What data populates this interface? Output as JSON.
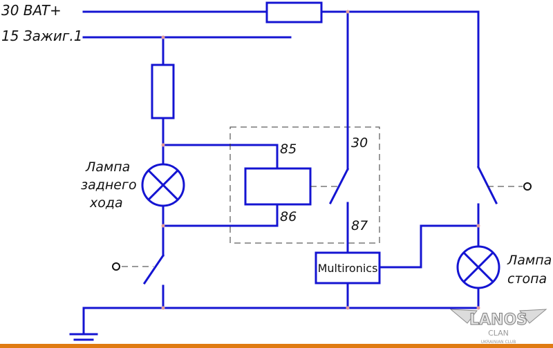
{
  "rails": {
    "battery": "30 BAT+",
    "ignition": "15 Зажиг.1"
  },
  "relay": {
    "pin85": "85",
    "pin86": "86",
    "pin30": "30",
    "pin87": "87"
  },
  "lamps": {
    "reverse": [
      "Лампа",
      "заднего",
      "хода"
    ],
    "stop": [
      "Лампа",
      "стопа"
    ]
  },
  "module": {
    "label": "Multironics"
  },
  "logo": {
    "name": "LANOS",
    "clan": "CLAN",
    "club": "UKRAINIAN CLUB"
  },
  "colors": {
    "wire": "#1414d2",
    "frame": "#333333",
    "band": "#e07b12"
  }
}
